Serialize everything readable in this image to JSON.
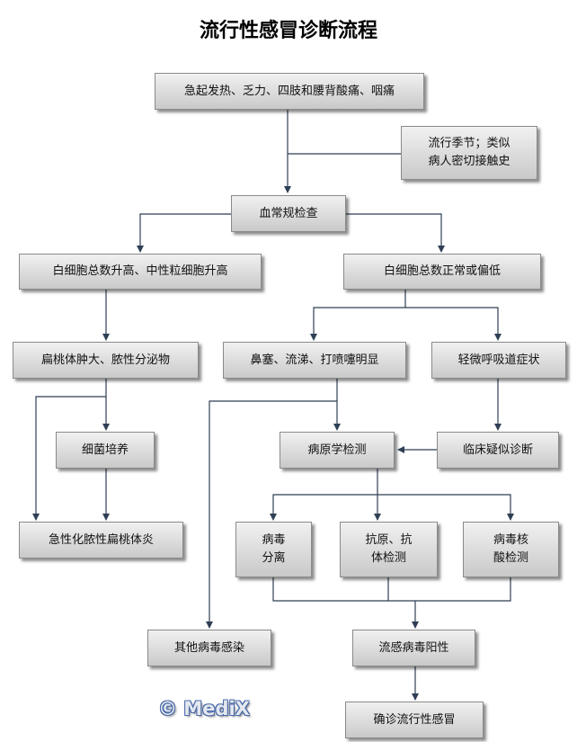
{
  "title": "流行性感冒诊断流程",
  "nodes": {
    "symptoms": "急起发热、乏力、四肢和腰背酸痛、咽痛",
    "epidemiology": "流行季节；类似\n病人密切接触史",
    "blood_test": "血常规检查",
    "wbc_high": "白细胞总数升高、中性粒细胞升高",
    "wbc_normal": "白细胞总数正常或偏低",
    "tonsil_swelling": "扁桃体肿大、脓性分泌物",
    "nasal_symptoms": "鼻塞、流涕、打喷嚏明显",
    "mild_respiratory": "轻微呼吸道症状",
    "bacterial_culture": "细菌培养",
    "pathogen_test": "病原学检测",
    "clinical_suspect": "临床疑似诊断",
    "virus_isolation": "病毒\n分离",
    "antigen_antibody": "抗原、抗\n体检测",
    "nucleic_acid": "病毒核\n酸检测",
    "tonsillitis": "急性化脓性扁桃体炎",
    "other_virus": "其他病毒感染",
    "flu_positive": "流感病毒阳性",
    "confirmed": "确诊流行性感冒"
  },
  "watermark": "© MediX",
  "colors": {
    "node_fill": "#dcdcdc",
    "edge": "#2f3f55"
  }
}
